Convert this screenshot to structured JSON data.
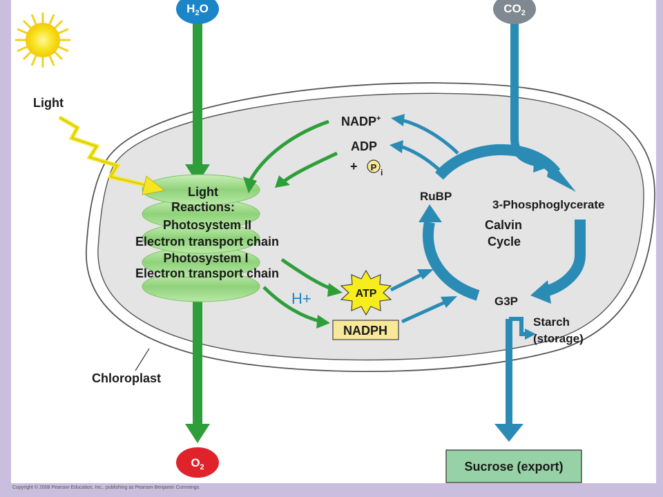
{
  "inputs": {
    "water": {
      "base": "H",
      "sub": "2",
      "tail": "O"
    },
    "carbon_dioxide": {
      "base": "CO",
      "sub": "2"
    }
  },
  "light_label": "Light",
  "light_reactions": {
    "lines": [
      "Light",
      "Reactions:",
      "Photosystem II",
      "Electron transport chain",
      "Photosystem I",
      "Electron transport chain"
    ]
  },
  "cofactors": {
    "nadp": {
      "base": "NADP",
      "sup": "+"
    },
    "adp": "ADP",
    "pi": {
      "prefix": "+",
      "symbol": "P",
      "sub": "i"
    },
    "atp": "ATP",
    "nadph": "NADPH",
    "h_plus": "H+"
  },
  "calvin_cycle": {
    "rubp": "RuBP",
    "pga": "3-Phosphoglycerate",
    "name_line1": "Calvin",
    "name_line2": "Cycle",
    "g3p": "G3P"
  },
  "starch": {
    "line1": "Starch",
    "line2": "(storage)"
  },
  "chloroplast_label": "Chloroplast",
  "outputs": {
    "oxygen": {
      "base": "O",
      "sub": "2"
    },
    "sucrose": "Sucrose (export)"
  },
  "copyright": "Copyright © 2008 Pearson Education, Inc., publishing as Pearson Benjamin Cummings.",
  "colors": {
    "background_border": "#c9bedd",
    "panel": "#ffffff",
    "chloroplast_fill": "#e4e4e4",
    "green_arrow": "#2e9e3a",
    "blue_arrow": "#2a8bb5",
    "water_oval": "#1a86c8",
    "co2_oval": "#808891",
    "oxygen_oval": "#e0222b",
    "atp_star": "#f6ec1e",
    "nadph_box": "#f7e89a",
    "sucrose_box": "#97d2a6",
    "sun": "#f7e21a",
    "thylakoid": "#9fd88a",
    "h_plus_text": "#1b87c9"
  }
}
